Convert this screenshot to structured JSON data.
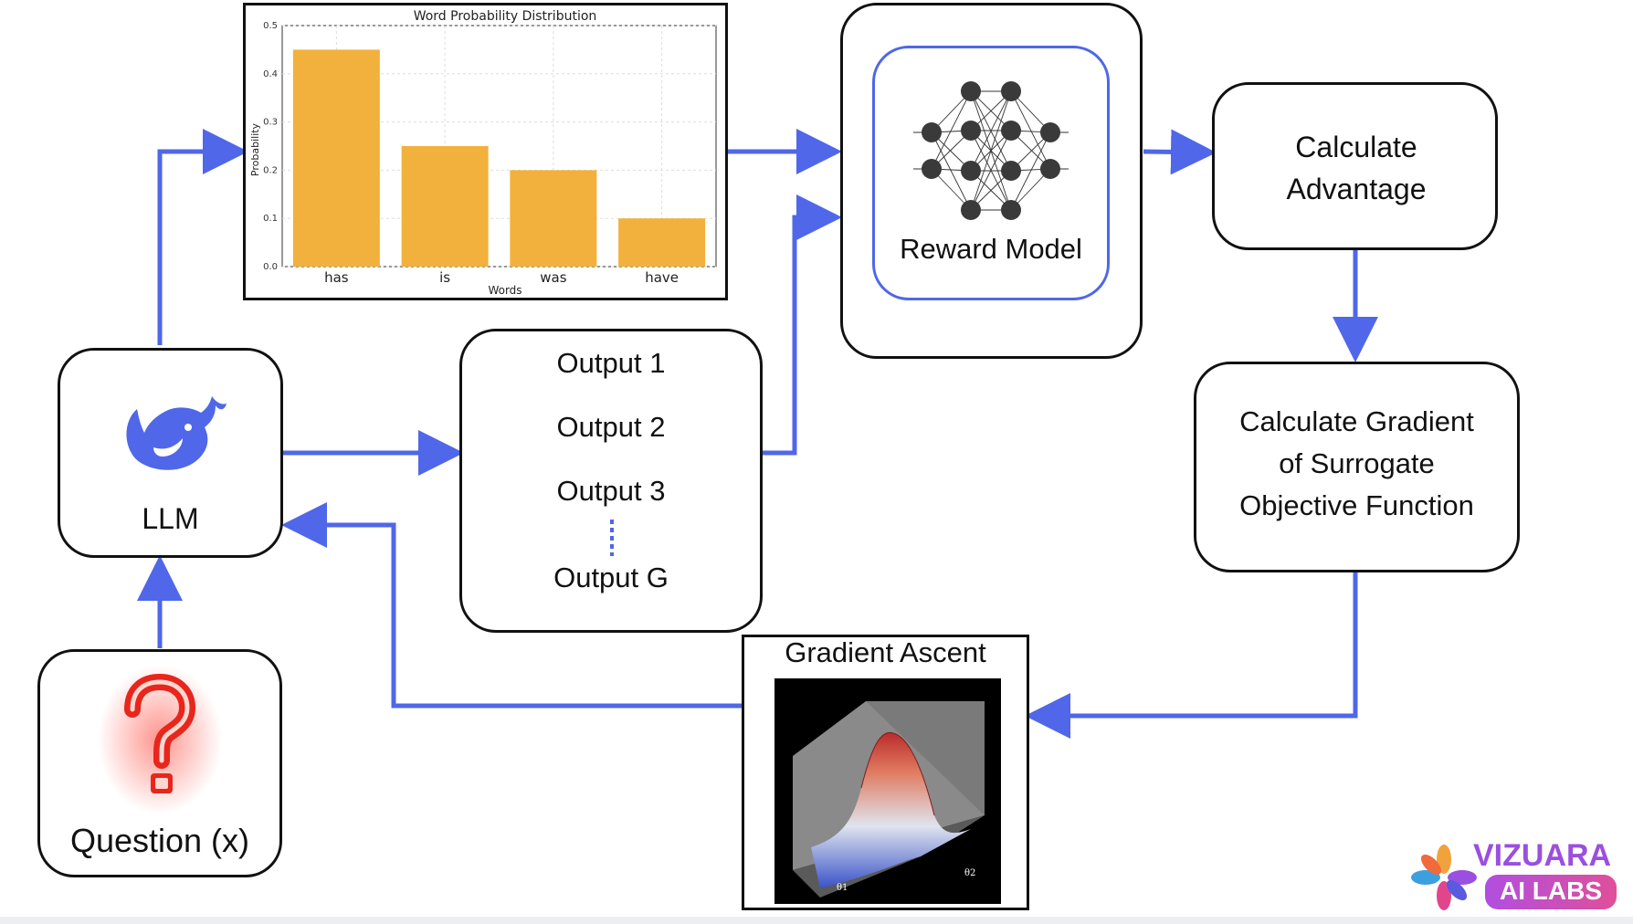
{
  "nodes": {
    "llm": "LLM",
    "question": "Question (x)",
    "outputs": [
      "Output 1",
      "Output 2",
      "Output 3",
      "Output G"
    ],
    "reward_model": "Reward Model",
    "advantage": "Calculate Advantage",
    "gradient": [
      "Calculate Gradient",
      "of Surrogate",
      "Objective Function"
    ],
    "gradient_ascent": "Gradient Ascent"
  },
  "chart_data": {
    "type": "bar",
    "title": "Word Probability Distribution",
    "xlabel": "Words",
    "ylabel": "Probability",
    "categories": [
      "has",
      "is",
      "was",
      "have"
    ],
    "values": [
      0.45,
      0.25,
      0.2,
      0.1
    ],
    "ylim": [
      0,
      0.5
    ],
    "yticks": [
      "0.0",
      "0.1",
      "0.2",
      "0.3",
      "0.4",
      "0.5"
    ],
    "grid": true,
    "bar_color": "#f2b13c"
  },
  "surface_plot": {
    "axis_labels": [
      "θ1",
      "θ2"
    ]
  },
  "logo": {
    "line1": "VIZUARA",
    "line2": "AI LABS"
  },
  "colors": {
    "arrow": "#4f67e8",
    "reward_inner_border": "#4f67e8",
    "question_mark": "#e8261c",
    "whale": "#4f67e8"
  }
}
